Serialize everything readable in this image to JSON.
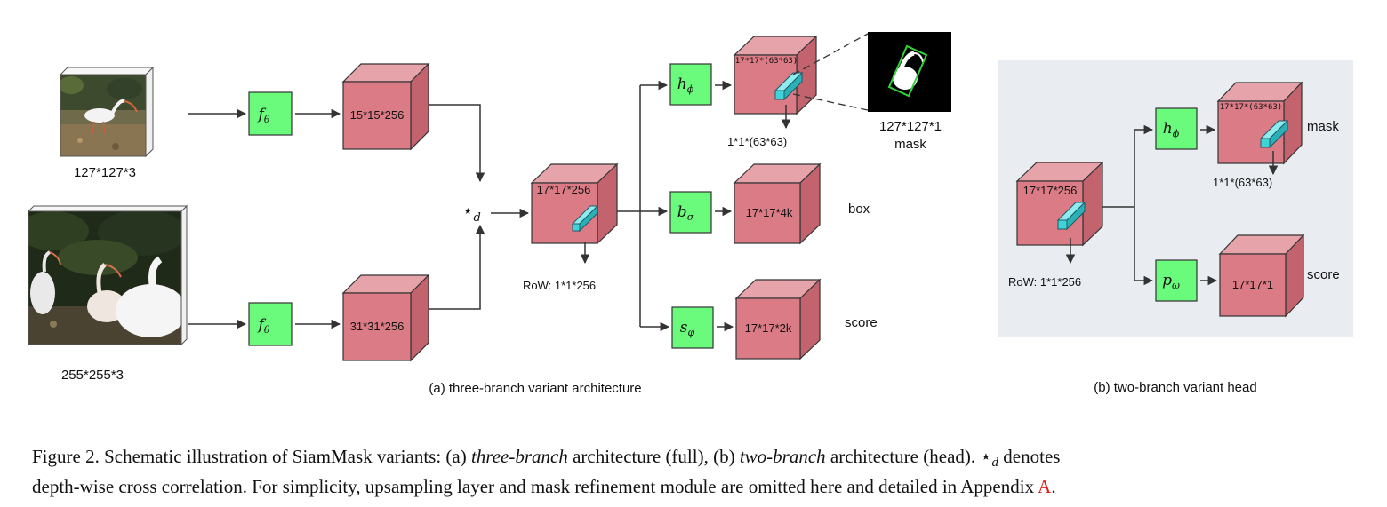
{
  "inputs": {
    "exemplar_size": "127*127*3",
    "search_size": "255*255*3"
  },
  "functions": {
    "f_theta": {
      "base": "f",
      "sub": "θ"
    },
    "h_phi": {
      "base": "h",
      "sub": "ϕ"
    },
    "b_sigma": {
      "base": "b",
      "sub": "σ"
    },
    "s_varphi": {
      "base": "s",
      "sub": "φ"
    },
    "p_omega": {
      "base": "p",
      "sub": "ω"
    }
  },
  "xcorr": {
    "symbol": "⋆",
    "sub": "d"
  },
  "panel_a": {
    "feat_exemplar": "15*15*256",
    "feat_search": "31*31*256",
    "response": "17*17*256",
    "row_label": "RoW: 1*1*256",
    "mask_cube": "17*17*(63*63)",
    "mask_row": "1*1*(63*63)",
    "mask_out_size": "127*127*1",
    "mask_out_label": "mask",
    "box_cube": "17*17*4k",
    "box_label": "box",
    "score_cube": "17*17*2k",
    "score_label": "score",
    "caption": "(a) three-branch  variant architecture"
  },
  "panel_b": {
    "response": "17*17*256",
    "row_label": "RoW: 1*1*256",
    "mask_cube": "17*17*(63*63)",
    "mask_row": "1*1*(63*63)",
    "mask_label": "mask",
    "score_cube": "17*17*1",
    "score_label": "score",
    "caption": "(b) two-branch  variant head"
  },
  "caption": {
    "figure_prefix": "Figure 2. Schematic illustration of SiamMask variants: (a) ",
    "three_branch": "three-branch",
    "mid1": " architecture (full), (b) ",
    "two_branch": "two-branch",
    "mid2": " architecture (head). ",
    "star": "⋆",
    "star_sub": "d",
    "mid3": " denotes",
    "line2_a": "depth-wise cross correlation. For simplicity, upsampling layer and mask refinement module are omitted here and detailed in Appendix ",
    "appendix": "A",
    "line2_b": "."
  },
  "colors": {
    "block_green": "#6afa7c",
    "cube_red": "#da7b85",
    "row_cyan": "#3fd3d8",
    "panel_b_bg": "#e9ecf1",
    "appendix_link": "#e0201c"
  }
}
